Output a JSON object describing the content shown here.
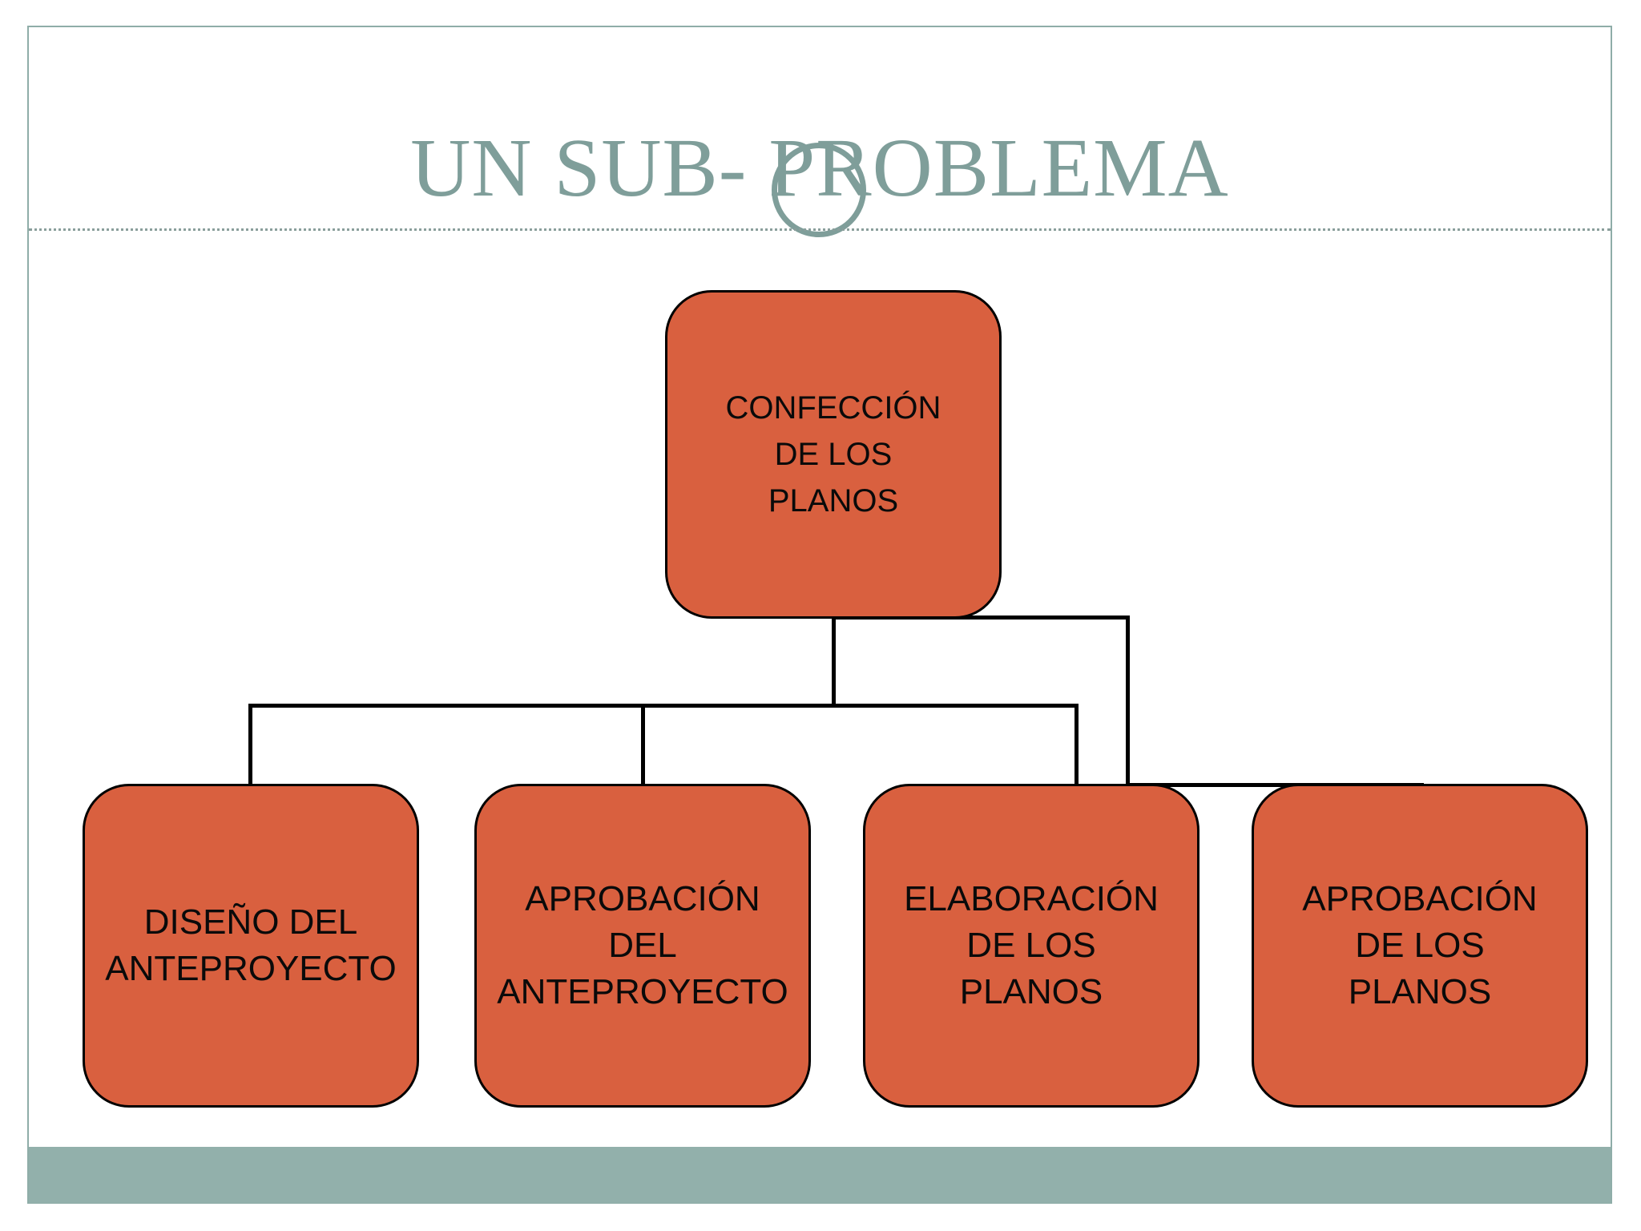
{
  "slide": {
    "title": "UN SUB- PROBLEMA",
    "border_color": "#8fada8",
    "footer_color": "#92b0ab",
    "title_color": "#7f9e9a",
    "background": "#ffffff"
  },
  "decoration": {
    "circle_name": "title-circle-accent",
    "rule_name": "title-dotted-rule"
  },
  "chart_data": {
    "type": "diagram",
    "diagram_kind": "org-chart",
    "title": "UN SUB- PROBLEMA",
    "node_fill": "#d9603f",
    "node_stroke": "#000000",
    "connector_color": "#000000",
    "root": {
      "id": "root",
      "label": "CONFECCIÓN\nDE LOS\nPLANOS"
    },
    "children": [
      {
        "id": "c0",
        "label": "DISEÑO DEL\nANTEPROYECTO"
      },
      {
        "id": "c1",
        "label": "APROBACIÓN\nDEL\nANTEPROYECTO"
      },
      {
        "id": "c2",
        "label": "ELABORACIÓN\nDE LOS\nPLANOS"
      },
      {
        "id": "c3",
        "label": "APROBACIÓN\nDE LOS\nPLANOS"
      }
    ],
    "edges": [
      {
        "from": "root",
        "to": "c0"
      },
      {
        "from": "root",
        "to": "c1"
      },
      {
        "from": "root",
        "to": "c2"
      },
      {
        "from": "root",
        "to": "c3"
      }
    ]
  }
}
